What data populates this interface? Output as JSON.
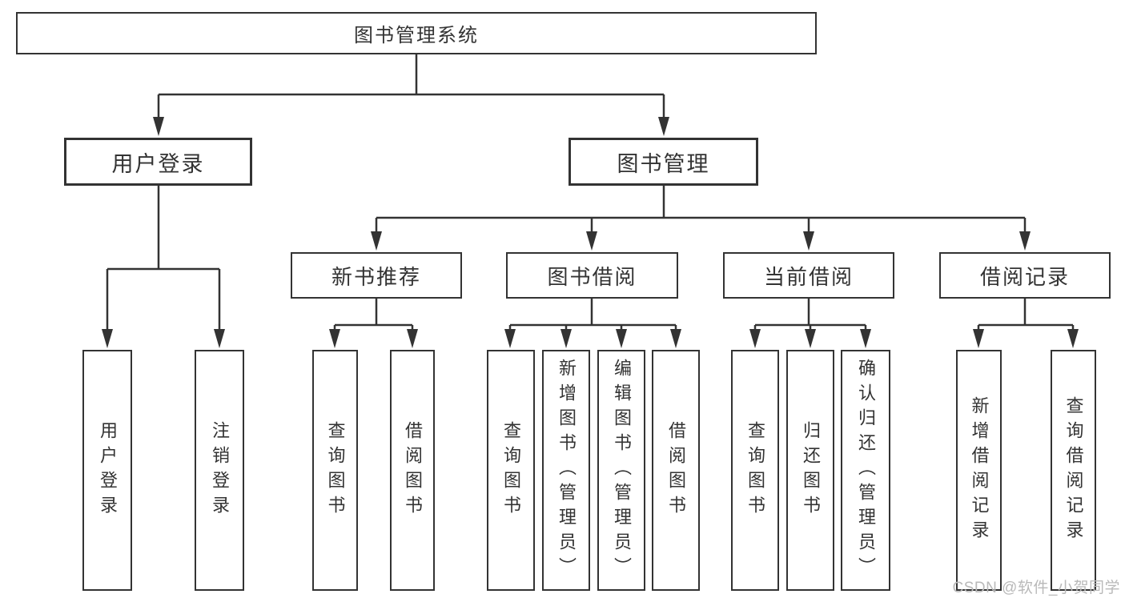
{
  "tree": {
    "root": {
      "label": "图书管理系统"
    },
    "branches": [
      {
        "label": "用户登录",
        "children": [
          {
            "label": "用户登录"
          },
          {
            "label": "注销登录"
          }
        ]
      },
      {
        "label": "图书管理",
        "modules": [
          {
            "label": "新书推荐",
            "children": [
              {
                "label": "查询图书"
              },
              {
                "label": "借阅图书"
              }
            ]
          },
          {
            "label": "图书借阅",
            "children": [
              {
                "label": "查询图书"
              },
              {
                "label": "新增图书（管理员）"
              },
              {
                "label": "编辑图书（管理员）"
              },
              {
                "label": "借阅图书"
              }
            ]
          },
          {
            "label": "当前借阅",
            "children": [
              {
                "label": "查询图书"
              },
              {
                "label": "归还图书"
              },
              {
                "label": "确认归还（管理员）"
              }
            ]
          },
          {
            "label": "借阅记录",
            "children": [
              {
                "label": "新增借阅记录"
              },
              {
                "label": "查询借阅记录"
              }
            ]
          }
        ]
      }
    ]
  },
  "watermark": {
    "text": "CSDN @软件_小贺同学",
    "color": "#b9b9b9"
  },
  "colors": {
    "line": "#333333",
    "box_border": "#333333",
    "text": "#333333",
    "background": "#ffffff"
  }
}
